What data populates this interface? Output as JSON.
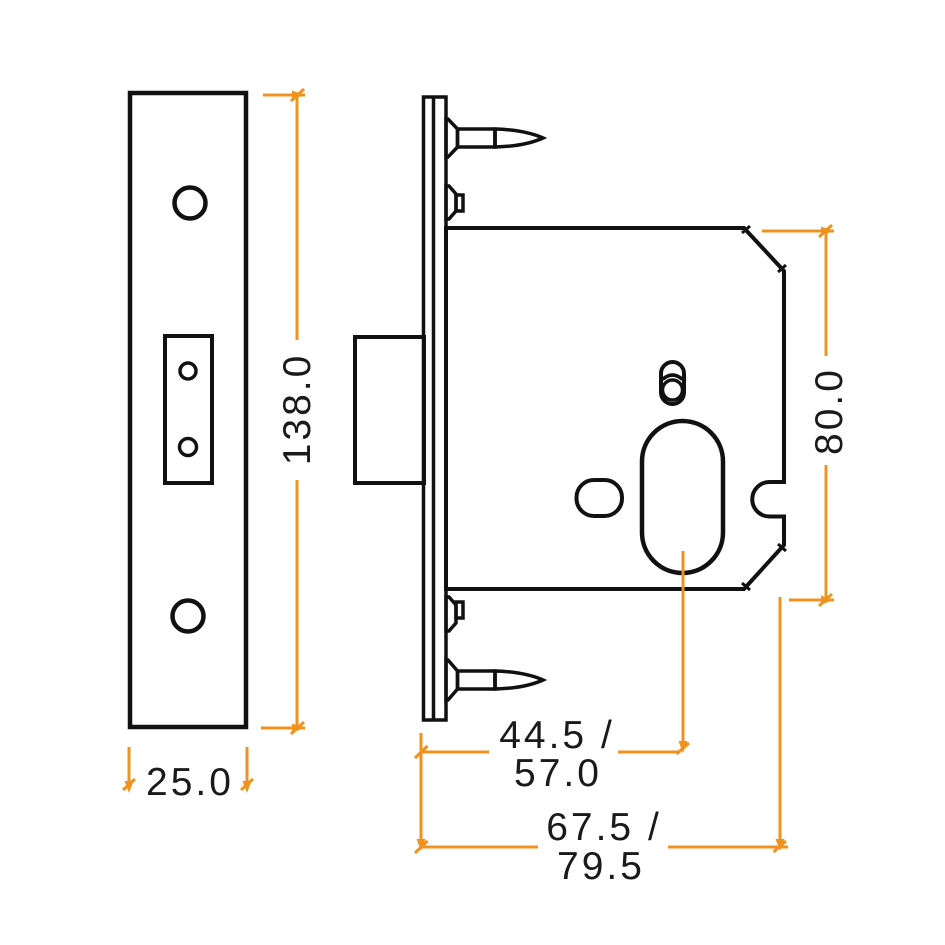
{
  "drawing": {
    "kind": "mortice-lock-dimension-drawing",
    "colors": {
      "dimension": "#F0931E",
      "outline": "#111111",
      "text": "#1A1A1A",
      "background": "#FFFFFF"
    },
    "dimensions": {
      "faceplate_height": "138.0",
      "faceplate_width": "25.0",
      "case_height": "80.0",
      "backset_a": "44.5 /",
      "backset_b": "57.0",
      "case_depth_a": "67.5 /",
      "case_depth_b": "79.5"
    }
  }
}
